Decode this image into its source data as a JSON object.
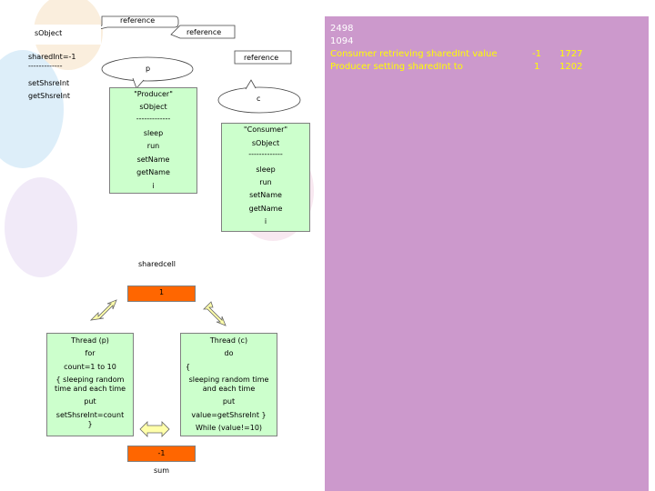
{
  "callouts": {
    "top": "reference",
    "right_top": "reference",
    "right_mid": "reference",
    "p": "p",
    "c": "c"
  },
  "shared_object": {
    "title": "sObject",
    "field": "sharedInt=-1",
    "divider": "-------------",
    "method1": "setShsreInt",
    "method2": "getShsreInt"
  },
  "producer": {
    "name": "\"Producer\"",
    "super": "sObject",
    "divider": "-------------",
    "methods": [
      "sleep",
      "run",
      "setName",
      "getName",
      "i"
    ]
  },
  "consumer": {
    "name": "\"Consumer\"",
    "super": "sObject",
    "divider": "-------------",
    "methods": [
      "sleep",
      "run",
      "setName",
      "getName",
      "i"
    ]
  },
  "sharedcell": {
    "label": "sharedcell",
    "value": "1"
  },
  "thread_p": {
    "title": "Thread (p)",
    "lines": [
      "for",
      "count=1 to 10",
      "{ sleeping random time and each time",
      "put",
      "setShsreInt=count",
      "}"
    ]
  },
  "thread_c": {
    "title": "Thread (c)",
    "lines": [
      "do",
      "{",
      "sleeping random time and each time",
      "put",
      "value=getShsreInt }",
      "While (value!=10)"
    ]
  },
  "sum": {
    "value": "-1",
    "label": "sum"
  },
  "console": {
    "line1": "2498",
    "line2": "1094",
    "rows": [
      {
        "text": "Consumer retrieving sharedInt value",
        "v1": "-1",
        "v2": "1727"
      },
      {
        "text": "Producer setting sharedInt to",
        "v1": "1",
        "v2": "1202"
      }
    ]
  },
  "colors": {
    "box": "#ccffcc",
    "cell": "#ff6600",
    "console": "#cc99cc",
    "text_white": "#ffffff",
    "text_yellow": "#ffff00"
  }
}
